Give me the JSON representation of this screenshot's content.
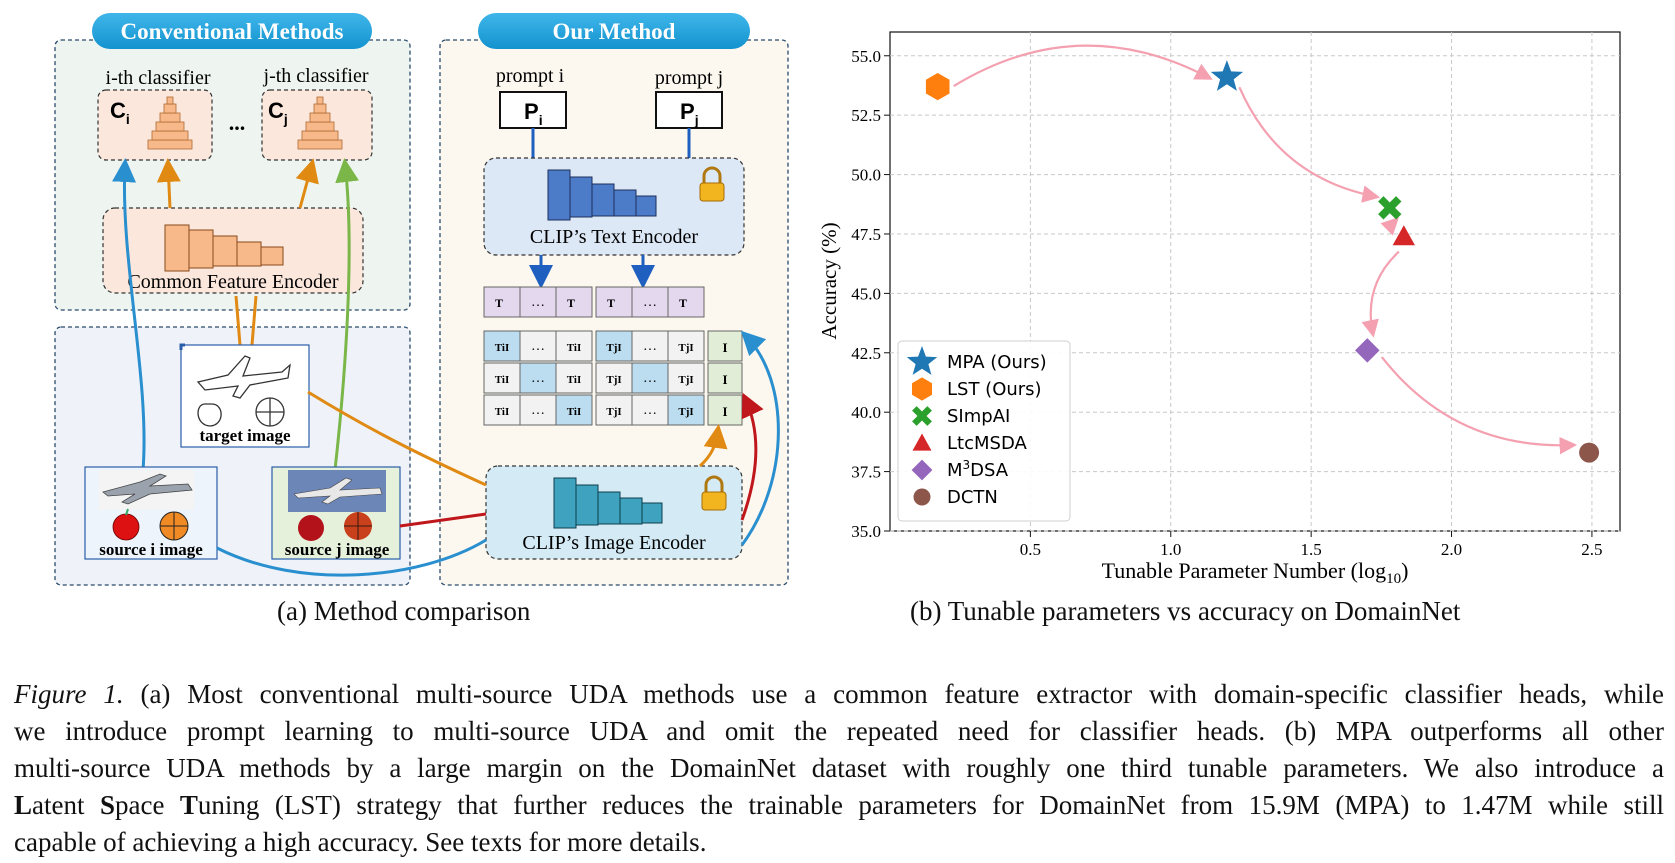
{
  "panel_a": {
    "conventional_title": "Conventional Methods",
    "our_title": "Our Method",
    "classifier_i_label": "i-th classifier",
    "classifier_j_label": "j-th classifier",
    "ci": "C",
    "ci_sub": "i",
    "cj": "C",
    "cj_sub": "j",
    "ellipsis": "...",
    "common_encoder": "Common Feature Encoder",
    "target_image": "target image",
    "source_i_image": "source i image",
    "source_j_image": "source j image",
    "prompt_i": "prompt i",
    "prompt_j": "prompt j",
    "pi": "P",
    "pi_sub": "i",
    "pj": "P",
    "pj_sub": "j",
    "text_encoder": "CLIP’s Text Encoder",
    "image_encoder": "CLIP’s Image Encoder",
    "text_tokens_i": [
      "T",
      "…",
      "T"
    ],
    "text_tokens_j": [
      "T",
      "…",
      "T"
    ],
    "image_tokens": [
      "I",
      "I",
      "I"
    ],
    "subcaption": "(a)  Method comparison"
  },
  "chart_data": {
    "type": "scatter",
    "title": "",
    "xlabel": "Tunable Parameter Number (log",
    "xlabel_sub": "10",
    "xlabel_close": ")",
    "ylabel": "Accuracy (%)",
    "xlim": [
      0.0,
      2.6
    ],
    "ylim": [
      35.0,
      56.0
    ],
    "xticks": [
      "0.5",
      "1.0",
      "1.5",
      "2.0",
      "2.5"
    ],
    "yticks": [
      "35.0",
      "37.5",
      "40.0",
      "42.5",
      "45.0",
      "47.5",
      "50.0",
      "52.5",
      "55.0"
    ],
    "grid": true,
    "legend_position": "lower-left",
    "series": [
      {
        "name": "MPA (Ours)",
        "marker": "star",
        "color": "#1f77b4",
        "x": 1.2,
        "y": 54.1
      },
      {
        "name": "LST (Ours)",
        "marker": "hexagon",
        "color": "#ff7f0e",
        "x": 0.17,
        "y": 53.7
      },
      {
        "name": "SImpAI",
        "marker": "x",
        "color": "#2ca02c",
        "x": 1.78,
        "y": 48.6
      },
      {
        "name": "LtcMSDA",
        "marker": "triangle",
        "color": "#d62728",
        "x": 1.83,
        "y": 47.4
      },
      {
        "name": "M3DSA",
        "name_base": "M",
        "name_sup": "3",
        "name_rest": "DSA",
        "marker": "diamond",
        "color": "#9467bd",
        "x": 1.7,
        "y": 42.6
      },
      {
        "name": "DCTN",
        "marker": "circle",
        "color": "#8c564b",
        "x": 2.49,
        "y": 38.3
      }
    ],
    "arrow_order": [
      "LST (Ours)",
      "MPA (Ours)",
      "SImpAI",
      "LtcMSDA",
      "M3DSA",
      "DCTN"
    ],
    "arrow_color": "#f4a0b0",
    "subcaption": "(b)  Tunable parameters vs accuracy on DomainNet"
  },
  "caption": {
    "fig_label": "Figure 1.",
    "line1": "(a) Most conventional multi-source UDA methods use a common feature extractor with domain-specific classifier heads, while",
    "line2": "we introduce prompt learning to multi-source UDA and omit the repeated need for classifier heads.  (b) MPA outperforms all other",
    "line3": "multi-source UDA methods by a large margin on the DomainNet dataset with roughly one third tunable parameters. We also introduce a",
    "l4_L": "L",
    "l4_atent": "atent ",
    "l4_S": "S",
    "l4_pace": "pace ",
    "l4_T": "T",
    "l4_rest": "uning (LST) strategy that further reduces the trainable parameters for DomainNet from 15.9M (MPA) to 1.47M while still",
    "line5": "capable of achieving a high accuracy. See texts for more details."
  }
}
